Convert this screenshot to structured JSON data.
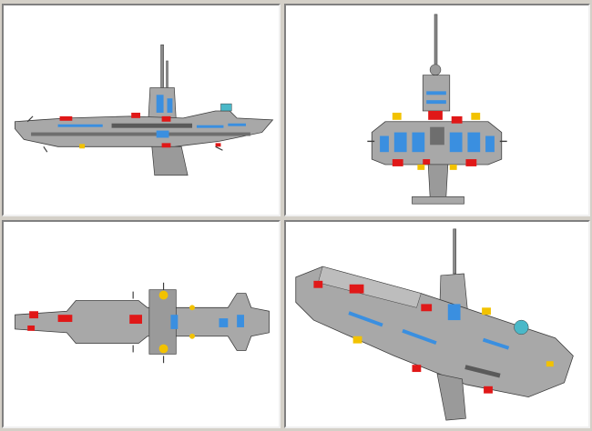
{
  "window": {
    "background": "#d4d0c8",
    "viewport_background": "#ffffff"
  },
  "colors": {
    "hull": "#a8a8a8",
    "hull_dark": "#6e6e6e",
    "window_blue": "#3a8fe0",
    "accent_red": "#e01818",
    "accent_yellow": "#f2c200",
    "outline": "#3c3c3c"
  },
  "viewports": [
    {
      "id": "side",
      "view": "side-view"
    },
    {
      "id": "front",
      "view": "front-view"
    },
    {
      "id": "top",
      "view": "top-view"
    },
    {
      "id": "perspective",
      "view": "3d-view"
    }
  ]
}
